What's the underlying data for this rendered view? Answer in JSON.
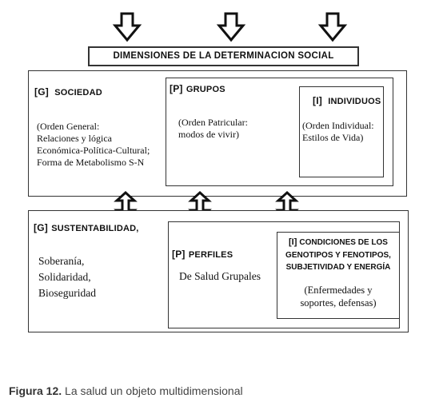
{
  "title": "DIMENSIONES DE LA DETERMINACION SOCIAL",
  "top_row": {
    "sociedad": {
      "tag": "[G]",
      "label": "SOCIEDAD",
      "text": "(Orden General:\nRelaciones y lógica\nEconómica-Política-Cultural;\nForma de Metabolismo S-N"
    },
    "grupos": {
      "tag": "[P]",
      "label": "GRUPOS",
      "text": "(Orden Patricular:\nmodos de vivir)"
    },
    "individuos": {
      "tag": "[I]",
      "label": "INDIVIDUOS",
      "text": "(Orden Individual:\nEstilos de Vida)"
    }
  },
  "bottom_row": {
    "sustentabilidad": {
      "tag": "[G]",
      "label": "SUSTENTABILIDAD,",
      "text": "Soberanía,\nSolidaridad,\nBioseguridad"
    },
    "perfiles": {
      "tag": "[P]",
      "label": "PERFILES",
      "text": "De Salud Grupales"
    },
    "condiciones": {
      "tag": "[I]",
      "label_lines": [
        "CONDICIONES DE LOS",
        "GENOTIPOS Y FENOTIPOS,",
        "SUBJETIVIDAD Y ENERGÍA"
      ],
      "text": "(Enfermedades y\nsoportes, defensas)"
    }
  },
  "caption": {
    "label": "Figura 12.",
    "text": "La salud un objeto multidimensional"
  }
}
